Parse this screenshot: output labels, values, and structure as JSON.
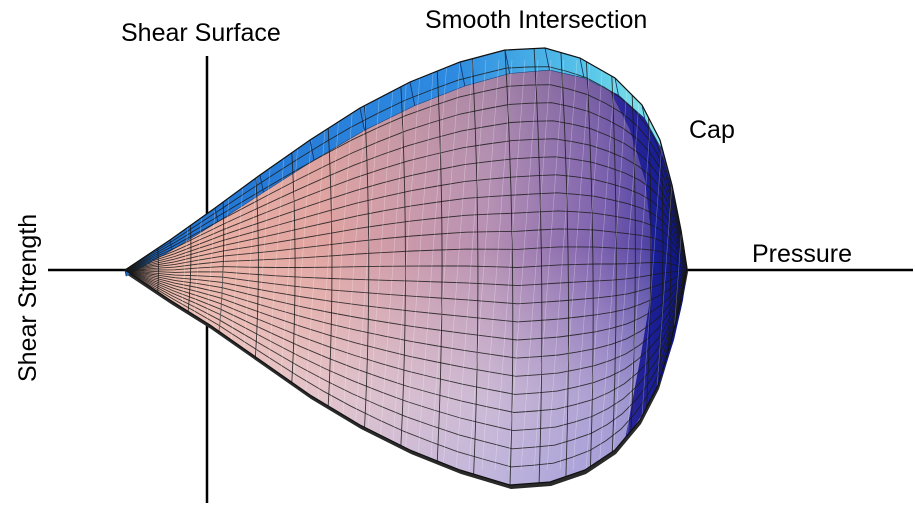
{
  "labels": {
    "shear_surface": "Shear Surface",
    "smooth_intersection": "Smooth Intersection",
    "cap": "Cap",
    "pressure": "Pressure",
    "shear_strength": "Shear Strength"
  },
  "colors": {
    "left_tip": "#e9a996",
    "right_face": "#4a3f9e",
    "bottom_face": "#b9c5ee",
    "rim_blue": "#2f7fd6",
    "rim_cyan": "#7fe8e6",
    "cap_dark": "#0c1a8a",
    "axis": "#000000",
    "mesh": "#1a1a1a"
  },
  "mesh": {
    "rings": 22,
    "meridians": 24
  }
}
